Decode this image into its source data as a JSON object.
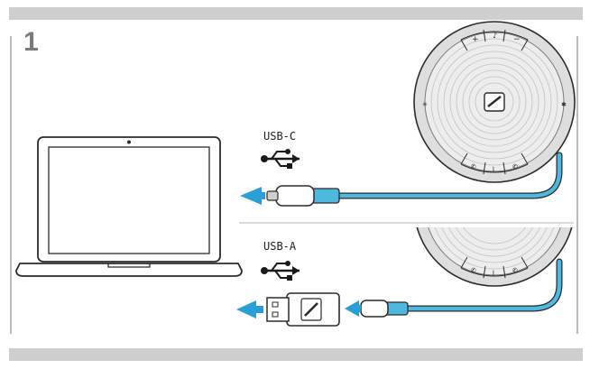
{
  "step": {
    "number": "1"
  },
  "connections": {
    "usb_c_label": "USB-C",
    "usb_a_label": "USB-A"
  },
  "colors": {
    "cable_blue": "#4fb8df",
    "arrow_blue": "#2a9fd6",
    "frame_gray": "#cfcfcf",
    "device_gray": "#e2e2e2",
    "outline": "#2b2b2b"
  },
  "icons": {
    "usb_symbol": "usb-icon",
    "brand_logo": "sennheiser-logo-icon"
  }
}
